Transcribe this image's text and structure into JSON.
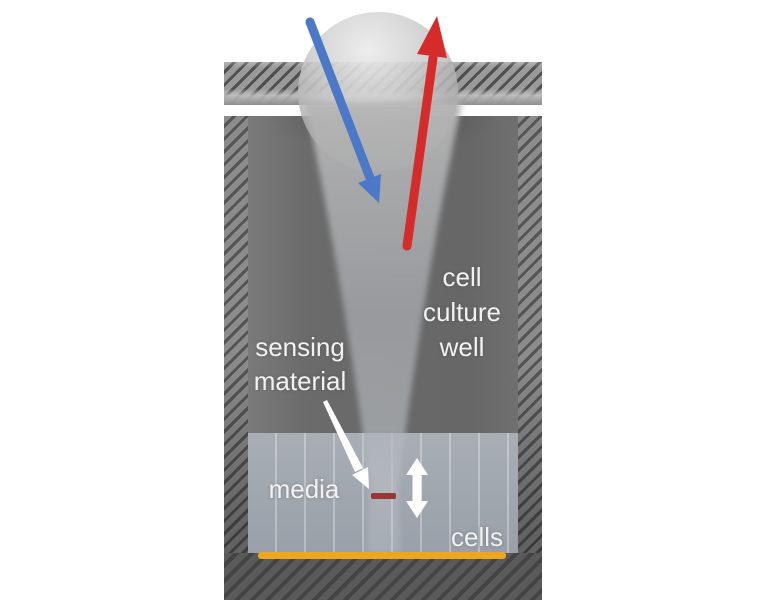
{
  "diagram": {
    "labels": {
      "well": {
        "line1": "cell",
        "line2": "culture",
        "line3": "well"
      },
      "sensing": {
        "line1": "sensing",
        "line2": "material"
      },
      "media": "media",
      "cells": "cells"
    },
    "colors": {
      "excitation_arrow_blue": "#4b79c8",
      "emission_arrow_red": "#d52b2b",
      "sensing_marker_red": "#9c3636",
      "cells_layer_orange": "#eda61f",
      "white_arrow": "#ffffff"
    }
  }
}
